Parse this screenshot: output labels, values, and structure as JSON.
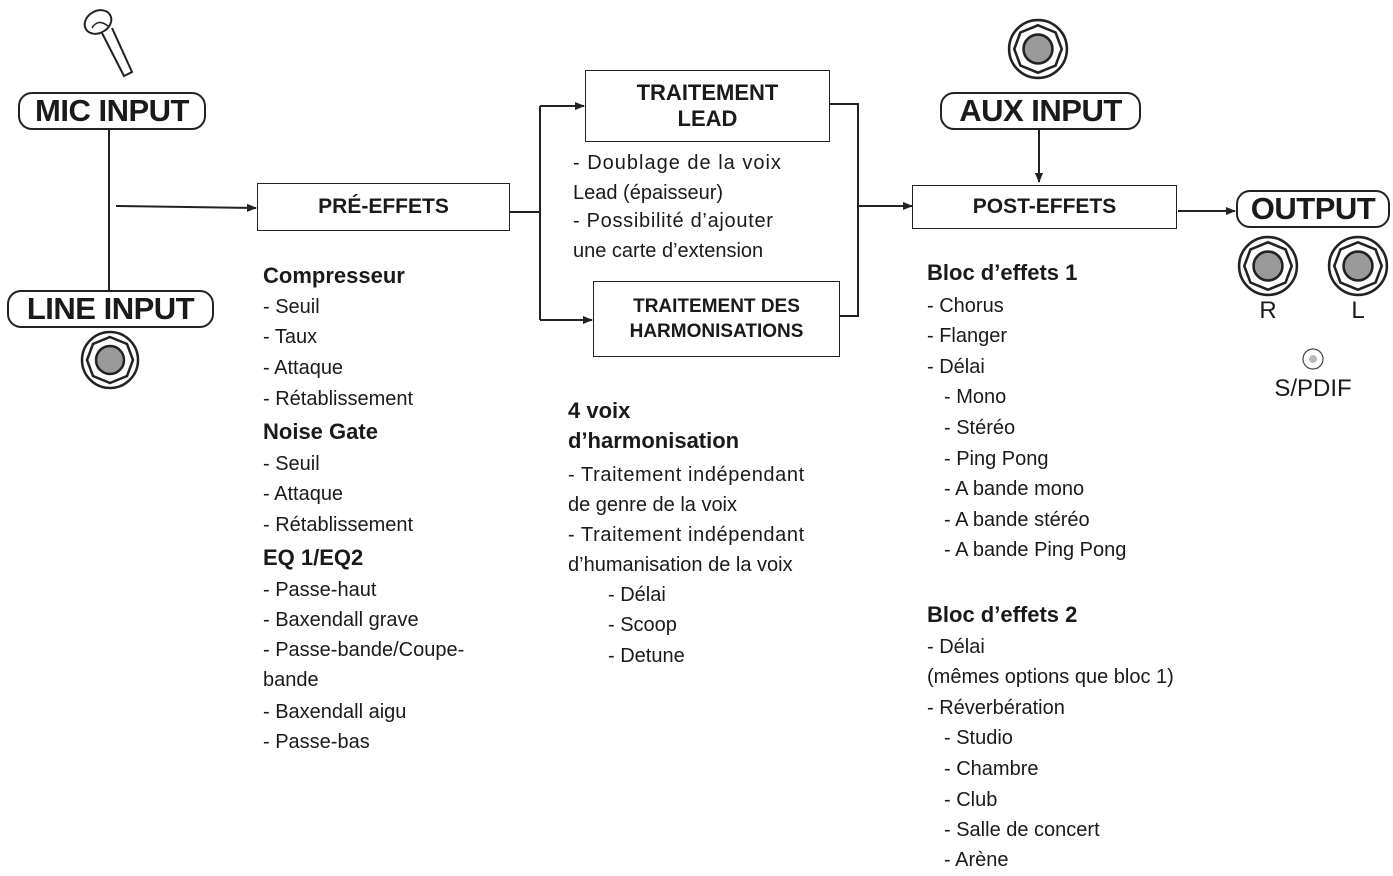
{
  "inputs": {
    "mic": "MIC INPUT",
    "line": "LINE INPUT",
    "aux": "AUX INPUT"
  },
  "output": {
    "title": "OUTPUT",
    "right": "R",
    "left": "L",
    "spdif": "S/PDIF"
  },
  "blocks": {
    "pre_effects": "PRÉ-EFFETS",
    "lead_line1": "TRAITEMENT",
    "lead_line2": "LEAD",
    "harm_line1": "TRAITEMENT DES",
    "harm_line2": "HARMONISATIONS",
    "post_effects": "POST-EFFETS"
  },
  "lead_notes": {
    "l1": "- Doublage de la voix",
    "l2": "Lead (épaisseur)",
    "l3": "- Possibilité d’ajouter",
    "l4": "une carte d’extension"
  },
  "pre_list": {
    "comp_title": "Compresseur",
    "comp_items": [
      "- Seuil",
      "- Taux",
      "- Attaque",
      "- Rétablissement"
    ],
    "gate_title": "Noise Gate",
    "gate_items": [
      "- Seuil",
      "- Attaque",
      "- Rétablissement"
    ],
    "eq_title": "EQ 1/EQ2",
    "eq_items": [
      "- Passe-haut",
      "- Baxendall grave",
      "-  Passe-bande/Coupe-",
      "bande",
      "- Baxendall aigu",
      "- Passe-bas"
    ]
  },
  "harm_list": {
    "title1": "4 voix",
    "title2": "d’harmonisation",
    "items": [
      "- Traitement indépendant",
      "de genre de la voix",
      "- Traitement indépendant",
      "d’humanisation de la voix"
    ],
    "sub": [
      "- Délai",
      "- Scoop",
      "- Detune"
    ]
  },
  "post_list": {
    "bloc1_title": "Bloc d’effets 1",
    "bloc1_items": [
      "- Chorus",
      "- Flanger",
      "- Délai"
    ],
    "bloc1_sub": [
      "- Mono",
      "- Stéréo",
      "- Ping Pong",
      "- A bande mono",
      "- A bande stéréo",
      "- A bande Ping Pong"
    ],
    "bloc2_title": "Bloc d’effets 2",
    "bloc2_items": [
      "- Délai",
      "(mêmes options que bloc 1)",
      "- Réverbération"
    ],
    "bloc2_sub": [
      "- Studio",
      "- Chambre",
      "- Club",
      "- Salle de concert",
      "- Arène"
    ]
  }
}
